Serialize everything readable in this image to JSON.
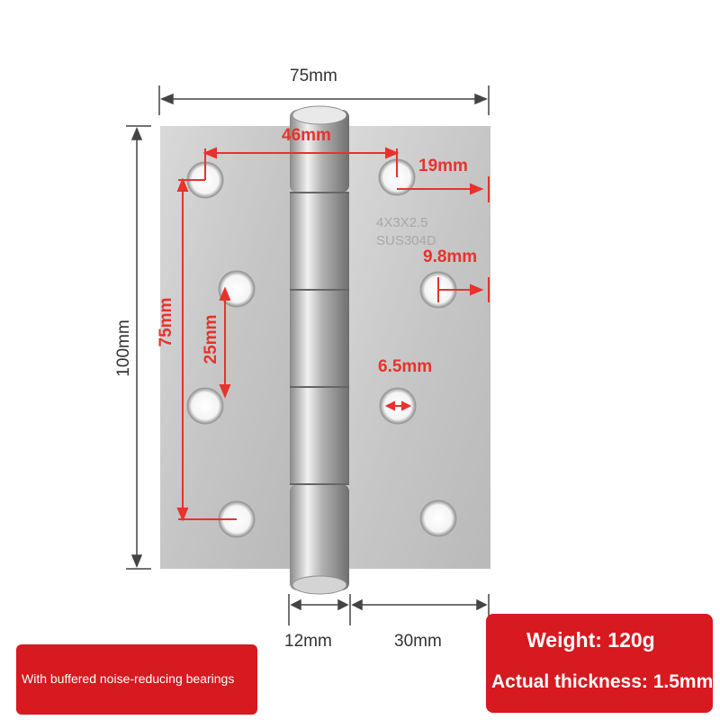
{
  "dimensions": {
    "overall_width": "75mm",
    "overall_height": "100mm",
    "hole_span_horizontal": "46mm",
    "edge_to_hole": "19mm",
    "hole_edge_offset": "9.8mm",
    "hole_diameter": "6.5mm",
    "hole_span_vertical": "75mm",
    "hole_spacing": "25mm",
    "knuckle_width": "12mm",
    "leaf_width": "30mm"
  },
  "stamp": {
    "line1": "4X3X2.5",
    "line2": "SUS304D"
  },
  "banners": {
    "left_text": "With buffered noise-reducing bearings",
    "weight": "Weight: 120g",
    "thickness": "Actual thickness: 1.5mm"
  },
  "colors": {
    "accent_red": "#d71920",
    "dimension_red": "#e8322c",
    "steel": "#c9c9c9"
  }
}
